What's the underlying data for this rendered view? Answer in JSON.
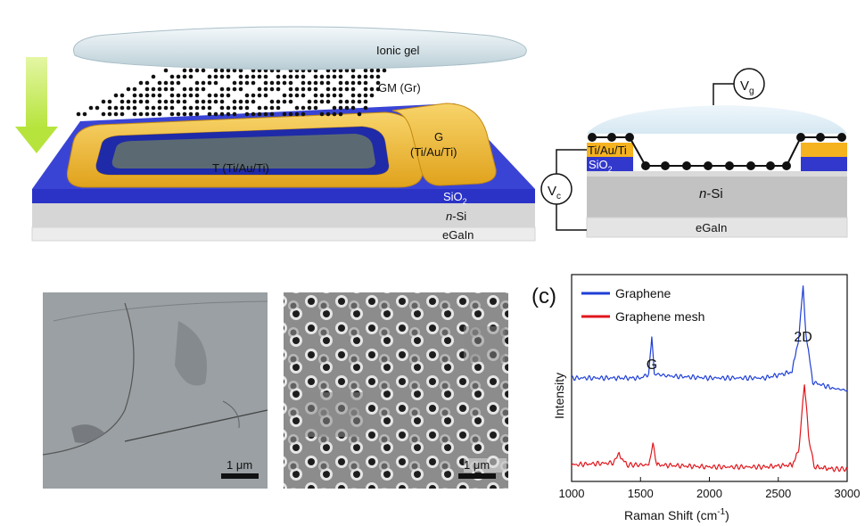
{
  "device_3d": {
    "label_gel": "Ionic gel",
    "label_gm": "GM (Gr)",
    "label_g": "G",
    "label_g_mat": "(Ti/Au/Ti)",
    "label_t": "T (Ti/Au/Ti)",
    "label_sio2": "SiO",
    "label_sio2_sub": "2",
    "label_nsi_italic": "n",
    "label_nsi_rest": "-Si",
    "label_egain": "eGaIn",
    "colors": {
      "gel": "#d6e3e8",
      "gold": "#f0b72a",
      "blue": "#2832c8",
      "arrow": "#c8ee58",
      "si": "#d8d8d8"
    }
  },
  "cross_section": {
    "label_vg": "V",
    "label_vg_sub": "g",
    "label_vc": "V",
    "label_vc_sub": "c",
    "label_metal": "Ti/Au/Ti",
    "label_sio2": "SiO",
    "label_sio2_sub": "2",
    "label_nsi_italic": "n",
    "label_nsi_rest": "-Si",
    "label_egain": "eGaIn"
  },
  "sem_left": {
    "scale_label": "1 μm"
  },
  "sem_right": {
    "scale_label": "1 μm"
  },
  "raman": {
    "panel_label": "(c)",
    "chart_data": {
      "type": "line",
      "xlabel_prefix": "Raman Shift (cm",
      "xlabel_sup": "-1",
      "xlabel_suffix": ")",
      "ylabel": "Intensity",
      "xlim": [
        1000,
        3000
      ],
      "xticks": [
        "1000",
        "1500",
        "2000",
        "2500",
        "3000"
      ],
      "peak_labels": [
        {
          "text": "G",
          "x": 1582
        },
        {
          "text": "2D",
          "x": 2680
        }
      ],
      "series": [
        {
          "name": "Graphene",
          "color": "#1f3fd6",
          "x": [
            1000,
            1300,
            1500,
            1560,
            1582,
            1600,
            1700,
            2000,
            2400,
            2600,
            2650,
            2680,
            2700,
            2750,
            2900,
            3000
          ],
          "values": [
            0.5,
            0.5,
            0.5,
            0.52,
            0.7,
            0.52,
            0.51,
            0.5,
            0.5,
            0.53,
            0.7,
            0.95,
            0.72,
            0.48,
            0.45,
            0.44
          ]
        },
        {
          "name": "Graphene mesh",
          "color": "#e0161c",
          "x": [
            1000,
            1300,
            1345,
            1400,
            1560,
            1590,
            1620,
            2000,
            2400,
            2600,
            2650,
            2690,
            2720,
            2760,
            2900,
            3000
          ],
          "values": [
            0.08,
            0.09,
            0.13,
            0.08,
            0.08,
            0.18,
            0.08,
            0.07,
            0.07,
            0.08,
            0.15,
            0.48,
            0.22,
            0.07,
            0.06,
            0.06
          ]
        }
      ]
    }
  }
}
